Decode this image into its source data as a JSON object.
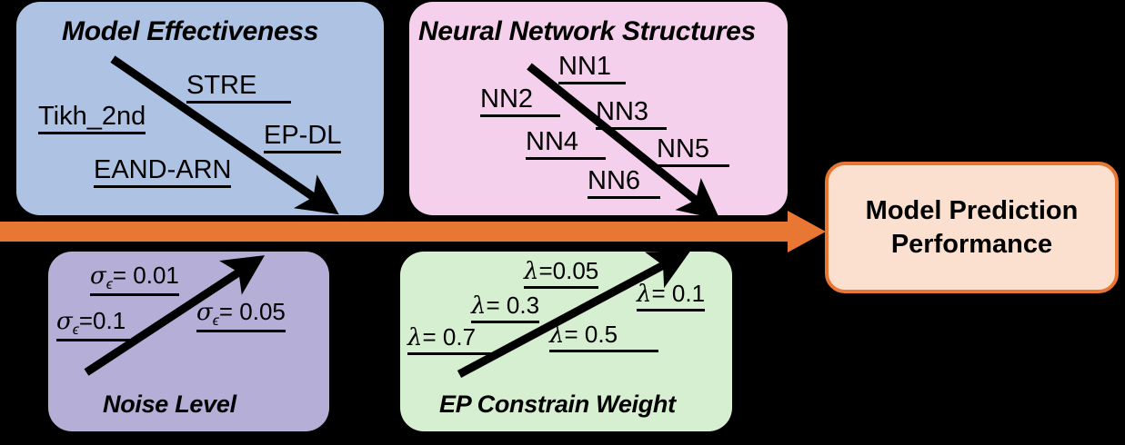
{
  "diagram": {
    "background": "#000000",
    "flow_arrow": {
      "name": "main-flow-arrow",
      "color": "#E87733",
      "direction": "left-to-right"
    },
    "output": {
      "label": "Model Prediction\nPerformance",
      "fill": "#FBE0D0",
      "border": "#E87733"
    },
    "panels": [
      {
        "id": "model-effectiveness",
        "title": "Model Effectiveness",
        "fill": "#AEC3E3",
        "trend": "down",
        "items": [
          {
            "label": "Tikh_2nd"
          },
          {
            "label": "STRE"
          },
          {
            "label": "EP-DL"
          },
          {
            "label": "EAND-ARN"
          }
        ]
      },
      {
        "id": "neural-network-structures",
        "title": "Neural Network Structures",
        "fill": "#F5D0EC",
        "trend": "down",
        "items": [
          {
            "label": "NN1"
          },
          {
            "label": "NN2"
          },
          {
            "label": "NN3"
          },
          {
            "label": "NN4"
          },
          {
            "label": "NN5"
          },
          {
            "label": "NN6"
          }
        ]
      },
      {
        "id": "noise-level",
        "title": "Noise Level",
        "fill": "#B5AED6",
        "trend": "up",
        "symbol": "σ",
        "subscript": "ϵ",
        "items": [
          {
            "label": "= 0.01"
          },
          {
            "label": "=0.1"
          },
          {
            "label": "= 0.05"
          }
        ]
      },
      {
        "id": "ep-constrain-weight",
        "title": "EP Constrain Weight",
        "fill": "#D6EFD1",
        "trend": "up",
        "symbol": "λ",
        "items": [
          {
            "label": "=0.05"
          },
          {
            "label": "= 0.1"
          },
          {
            "label": "= 0.3"
          },
          {
            "label": "= 0.5"
          },
          {
            "label": "= 0.7"
          }
        ]
      }
    ]
  }
}
